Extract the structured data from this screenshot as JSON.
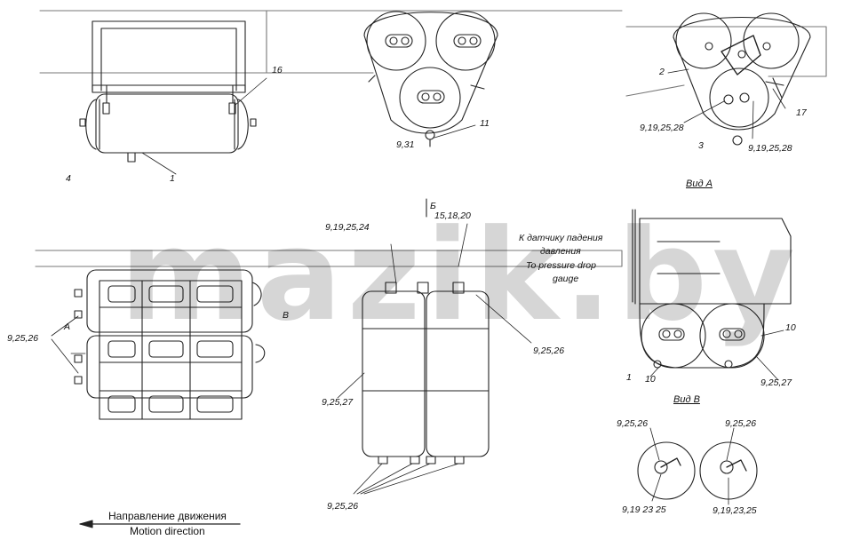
{
  "watermark": "mazik.by",
  "labels": {
    "callout_16": "16",
    "callout_4": "4",
    "callout_1_top": "1",
    "callout_9_31": "9,31",
    "callout_11": "11",
    "callout_2": "2",
    "callout_17": "17",
    "callout_3": "3",
    "callout_9_19_25_28_left": "9,19,25,28",
    "callout_9_19_25_28_right": "9,19,25,28",
    "view_a_title": "Вид А",
    "section_b": "Б",
    "callout_15_18_20": "15,18,20",
    "callout_9_19_25_24": "9,19,25,24",
    "sensor_ru_line1": "К датчику падения",
    "sensor_ru_line2": "давления",
    "sensor_en_line1": "To pressure drop",
    "sensor_en_line2": "gauge",
    "callout_9_25_26_mid": "9,25,26",
    "callout_9_25_27_mid": "9,25,27",
    "callout_9_25_26_bottom": "9,25,26",
    "callout_9_25_26_left": "9,25,26",
    "arrow_a": "A",
    "arrow_v": "В",
    "callout_10_right": "10",
    "callout_1_right": "1",
    "callout_10_bottom": "10",
    "callout_9_25_27_right": "9,25,27",
    "view_v_title": "Вид В",
    "callout_9_25_26_vv_left": "9,25,26",
    "callout_9_25_26_vv_right": "9,25,26",
    "callout_9_19_23_25_left": "9,19 23 25",
    "callout_9_19_23_25_right": "9,19,23,25",
    "motion_ru": "Направление движения",
    "motion_en": "Motion direction"
  }
}
